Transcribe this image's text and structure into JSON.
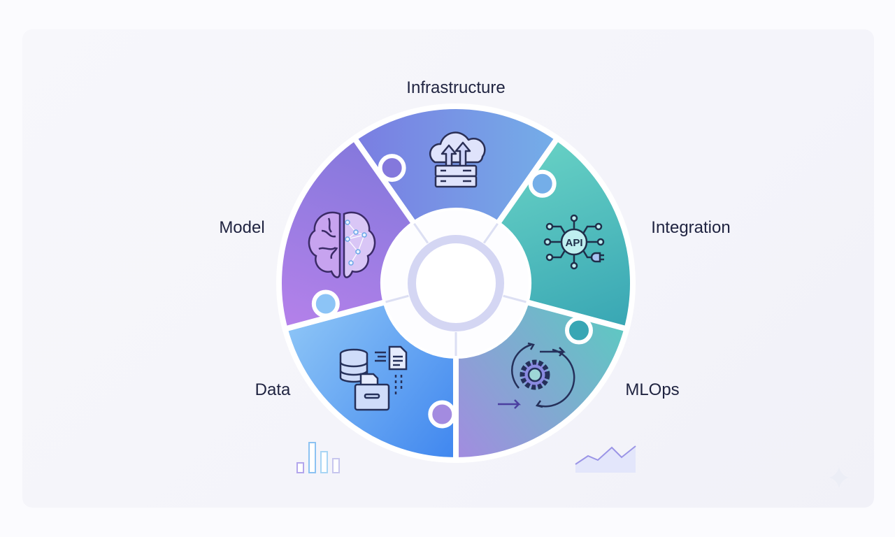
{
  "title": "Infrastructure",
  "segments": [
    {
      "id": "infrastructure",
      "label": "Infrastructure",
      "icon": "cloud-server-icon",
      "colors": [
        "#7a7de2",
        "#74aee8"
      ]
    },
    {
      "id": "integration",
      "label": "Integration",
      "icon": "api-icon",
      "colors": [
        "#66d0c4",
        "#38a6b4"
      ]
    },
    {
      "id": "mlops",
      "label": "MLOps",
      "icon": "gear-cycle-icon",
      "colors": [
        "#5ec8c2",
        "#a38be0"
      ]
    },
    {
      "id": "data",
      "label": "Data",
      "icon": "database-documents-icon",
      "colors": [
        "#3f86ef",
        "#8cc4f6"
      ]
    },
    {
      "id": "model",
      "label": "Model",
      "icon": "brain-icon",
      "colors": [
        "#b581ea",
        "#8478dc"
      ]
    }
  ]
}
